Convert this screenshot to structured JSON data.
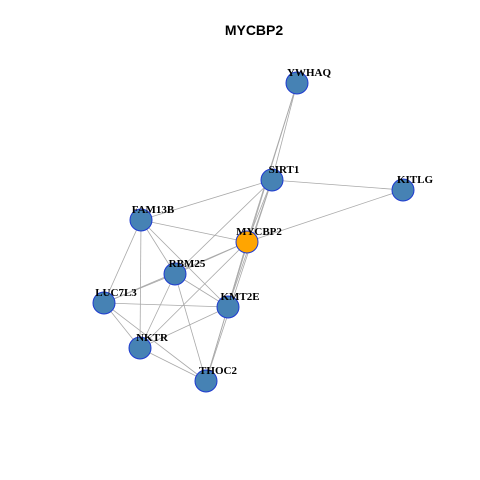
{
  "title": "MYCBP2",
  "colors": {
    "default_node": "#4682b4",
    "focus_node": "#ffa500",
    "node_border": "#1e3ad0",
    "edge": "#a9a9a9"
  },
  "nodes": [
    {
      "id": "YWHAQ",
      "label": "YWHAQ",
      "focus": false
    },
    {
      "id": "SIRT1",
      "label": "SIRT1",
      "focus": false
    },
    {
      "id": "KITLG",
      "label": "KITLG",
      "focus": false
    },
    {
      "id": "FAM13B",
      "label": "FAM13B",
      "focus": false
    },
    {
      "id": "MYCBP2",
      "label": "MYCBP2",
      "focus": true
    },
    {
      "id": "RBM25",
      "label": "RBM25",
      "focus": false
    },
    {
      "id": "LUC7L3",
      "label": "LUC7L3",
      "focus": false
    },
    {
      "id": "KMT2E",
      "label": "KMT2E",
      "focus": false
    },
    {
      "id": "NKTR",
      "label": "NKTR",
      "focus": false
    },
    {
      "id": "THOC2",
      "label": "THOC2",
      "focus": false
    }
  ],
  "edges": [
    [
      "YWHAQ",
      "SIRT1"
    ],
    [
      "YWHAQ",
      "MYCBP2"
    ],
    [
      "YWHAQ",
      "KMT2E"
    ],
    [
      "SIRT1",
      "KITLG"
    ],
    [
      "SIRT1",
      "FAM13B"
    ],
    [
      "SIRT1",
      "MYCBP2"
    ],
    [
      "SIRT1",
      "RBM25"
    ],
    [
      "SIRT1",
      "KMT2E"
    ],
    [
      "SIRT1",
      "THOC2"
    ],
    [
      "KITLG",
      "MYCBP2"
    ],
    [
      "FAM13B",
      "MYCBP2"
    ],
    [
      "FAM13B",
      "RBM25"
    ],
    [
      "FAM13B",
      "LUC7L3"
    ],
    [
      "FAM13B",
      "KMT2E"
    ],
    [
      "FAM13B",
      "NKTR"
    ],
    [
      "MYCBP2",
      "RBM25"
    ],
    [
      "MYCBP2",
      "LUC7L3"
    ],
    [
      "MYCBP2",
      "KMT2E"
    ],
    [
      "MYCBP2",
      "NKTR"
    ],
    [
      "MYCBP2",
      "THOC2"
    ],
    [
      "RBM25",
      "LUC7L3"
    ],
    [
      "RBM25",
      "KMT2E"
    ],
    [
      "RBM25",
      "NKTR"
    ],
    [
      "RBM25",
      "THOC2"
    ],
    [
      "LUC7L3",
      "KMT2E"
    ],
    [
      "LUC7L3",
      "NKTR"
    ],
    [
      "LUC7L3",
      "THOC2"
    ],
    [
      "KMT2E",
      "NKTR"
    ],
    [
      "KMT2E",
      "THOC2"
    ],
    [
      "NKTR",
      "THOC2"
    ]
  ]
}
